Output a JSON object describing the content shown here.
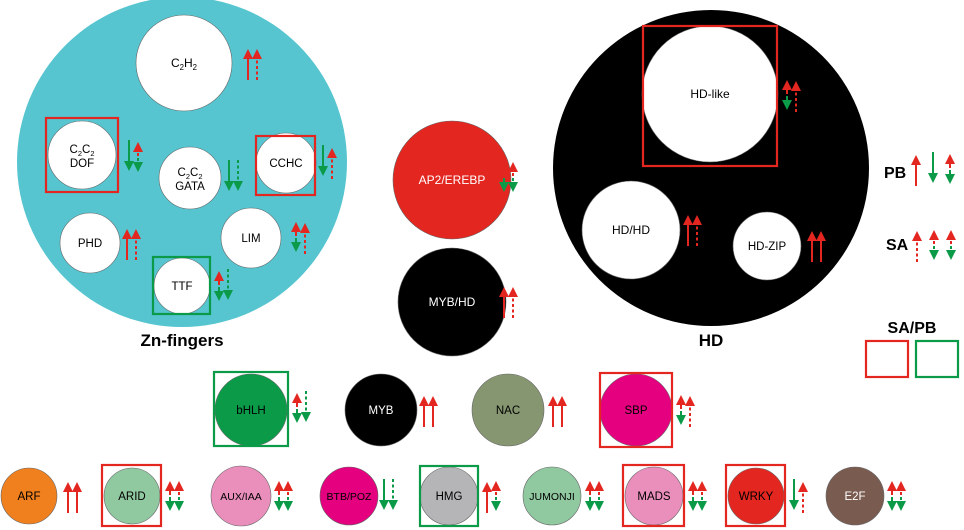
{
  "colors": {
    "red": "#e32620",
    "green": "#0a9a48",
    "cyan": "#56c5d0",
    "black": "#000000",
    "white": "#ffffff"
  },
  "groups": [
    {
      "id": "zn",
      "label": "Zn-fingers",
      "fill": "#56c5d0"
    },
    {
      "id": "hd",
      "label": "HD",
      "fill": "#000000"
    }
  ],
  "families": [
    {
      "id": "c2h2",
      "label": "C2H2",
      "sub": true,
      "fill": "#ffffff",
      "text": "#000000",
      "box": "",
      "arrows": [
        "pb_up",
        "sa_up"
      ]
    },
    {
      "id": "dof",
      "label": "C2C2",
      "label2": "DOF",
      "sub": true,
      "fill": "#ffffff",
      "text": "#000000",
      "box": "red",
      "arrows": [
        "pb_down",
        "sa_up_down"
      ]
    },
    {
      "id": "gata",
      "label": "C2C2",
      "label2": "GATA",
      "sub": true,
      "fill": "#ffffff",
      "text": "#000000",
      "box": "",
      "arrows": [
        "pb_down",
        "sa_down"
      ]
    },
    {
      "id": "cchc",
      "label": "CCHC",
      "fill": "#ffffff",
      "text": "#000000",
      "box": "red",
      "arrows": [
        "pb_down",
        "sa_up"
      ]
    },
    {
      "id": "phd",
      "label": "PHD",
      "fill": "#ffffff",
      "text": "#000000",
      "box": "",
      "arrows": [
        "pb_up",
        "sa_up"
      ]
    },
    {
      "id": "lim",
      "label": "LIM",
      "fill": "#ffffff",
      "text": "#000000",
      "box": "",
      "arrows": [
        "pb_up_down",
        "sa_up"
      ]
    },
    {
      "id": "ttf",
      "label": "TTF",
      "fill": "#ffffff",
      "text": "#000000",
      "box": "green",
      "arrows": [
        "pb_up_down",
        "sa_down"
      ]
    },
    {
      "id": "ap2",
      "label": "AP2/EREBP",
      "fill": "#e32620",
      "text": "#ffffff",
      "box": "",
      "arrows": [
        "pb_up_down",
        "sa_up_down"
      ]
    },
    {
      "id": "mybhd",
      "label": "MYB/HD",
      "fill": "#000000",
      "text": "#ffffff",
      "box": "",
      "arrows": [
        "pb_up",
        "sa_up"
      ]
    },
    {
      "id": "hdlike",
      "label": "HD-like",
      "fill": "#ffffff",
      "text": "#000000",
      "box": "red",
      "arrows": [
        "pb_up_down",
        "sa_up"
      ]
    },
    {
      "id": "hdhd",
      "label": "HD/HD",
      "fill": "#ffffff",
      "text": "#000000",
      "box": "",
      "arrows": [
        "pb_up",
        "sa_up"
      ]
    },
    {
      "id": "hdzip",
      "label": "HD-ZIP",
      "fill": "#ffffff",
      "text": "#000000",
      "box": "",
      "arrows": [
        "pb_up",
        "pb_up"
      ]
    },
    {
      "id": "bhlh",
      "label": "bHLH",
      "fill": "#0a9a48",
      "text": "#000000",
      "box": "green",
      "arrows": [
        "pb_up_down",
        "sa_down"
      ]
    },
    {
      "id": "myb",
      "label": "MYB",
      "fill": "#000000",
      "text": "#ffffff",
      "box": "",
      "arrows": [
        "pb_up",
        "pb_up"
      ]
    },
    {
      "id": "nac",
      "label": "NAC",
      "fill": "#869670",
      "text": "#000000",
      "box": "",
      "arrows": [
        "pb_up",
        "pb_up"
      ]
    },
    {
      "id": "sbp",
      "label": "SBP",
      "fill": "#e4007f",
      "text": "#000000",
      "box": "red",
      "arrows": [
        "pb_up_down",
        "sa_up"
      ]
    },
    {
      "id": "arf",
      "label": "ARF",
      "fill": "#f07f1e",
      "text": "#000000",
      "box": "",
      "arrows": [
        "pb_up",
        "pb_up"
      ]
    },
    {
      "id": "arid",
      "label": "ARID",
      "fill": "#90c8a0",
      "text": "#000000",
      "box": "red",
      "arrows": [
        "pb_up_down",
        "sa_up_down"
      ]
    },
    {
      "id": "auxiaa",
      "label": "AUX/IAA",
      "fill": "#ea8fbc",
      "text": "#000000",
      "box": "",
      "arrows": [
        "pb_up_down",
        "sa_up_down"
      ]
    },
    {
      "id": "btbpoz",
      "label": "BTB/POZ",
      "fill": "#e4007f",
      "text": "#000000",
      "box": "",
      "arrows": [
        "pb_down",
        "sa_down"
      ]
    },
    {
      "id": "hmg",
      "label": "HMG",
      "fill": "#b5b5b7",
      "text": "#000000",
      "box": "green",
      "arrows": [
        "pb_up",
        "sa_up_down"
      ]
    },
    {
      "id": "jumonji",
      "label": "JUMONJI",
      "fill": "#90c8a0",
      "text": "#000000",
      "box": "",
      "arrows": [
        "pb_up_down",
        "sa_up_down"
      ]
    },
    {
      "id": "mads",
      "label": "MADS",
      "fill": "#ea8fbc",
      "text": "#000000",
      "box": "red",
      "arrows": [
        "pb_up_down",
        "sa_up_down"
      ]
    },
    {
      "id": "wrky",
      "label": "WRKY",
      "fill": "#e32620",
      "text": "#000000",
      "box": "red",
      "arrows": [
        "pb_down",
        "sa_up"
      ]
    },
    {
      "id": "e2f",
      "label": "E2F",
      "fill": "#7a5b4f",
      "text": "#ffffff",
      "box": "",
      "arrows": [
        "pb_up_down",
        "sa_up_down"
      ]
    }
  ],
  "legend": {
    "pb_label": "PB",
    "pb_arrows": [
      "pb_up",
      "pb_down",
      "pb_up_down"
    ],
    "sa_label": "SA",
    "sa_arrows": [
      "sa_up",
      "sa_up_down",
      "sa_up_down"
    ],
    "sapb_label": "SA/PB",
    "sapb_boxes": [
      "red",
      "green"
    ]
  }
}
